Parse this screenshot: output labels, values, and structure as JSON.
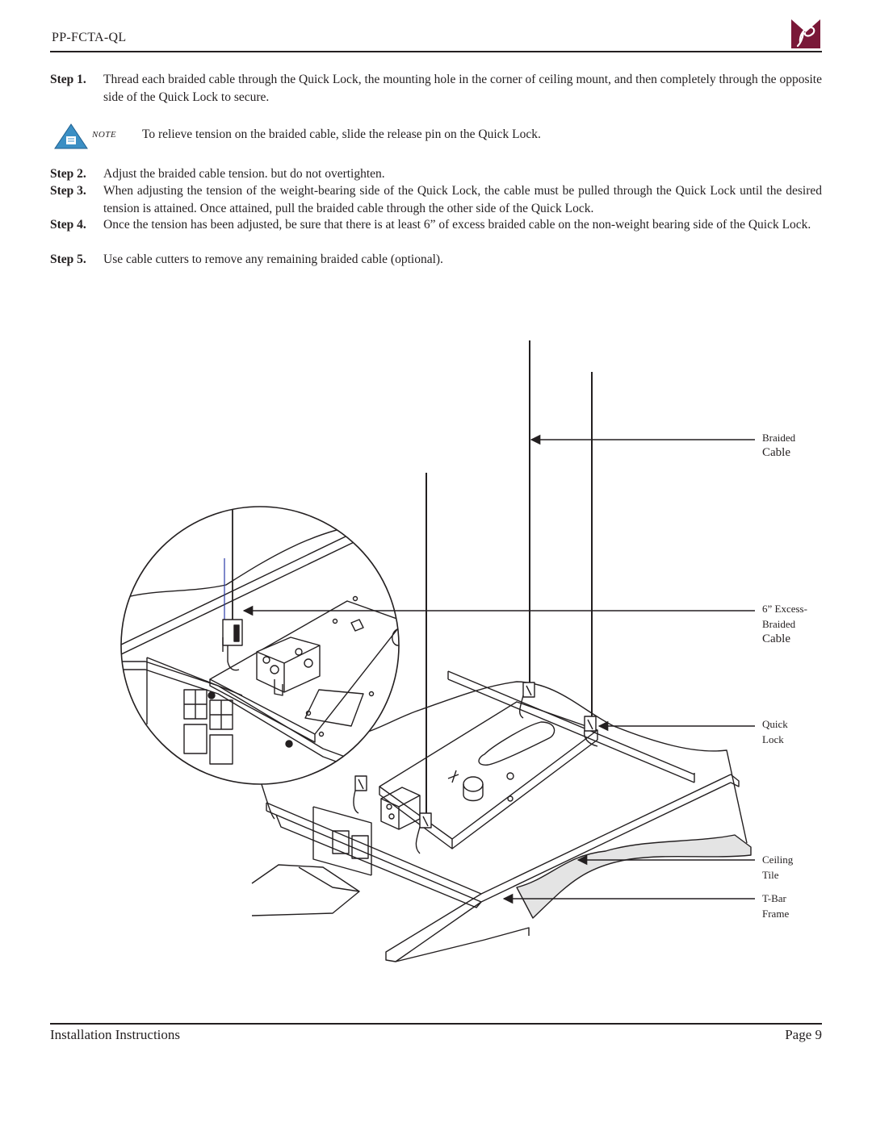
{
  "header": {
    "doc_id": "PP-FCTA-QL"
  },
  "steps": [
    {
      "label": "Step 1.",
      "text": "Thread each braided cable through the Quick Lock, the mounting hole in the corner of ceiling mount, and then completely through the opposite side of the Quick Lock to secure."
    },
    {
      "label": "Step 2.",
      "text": "Adjust the braided cable tension. but do not overtighten."
    },
    {
      "label": "Step 3.",
      "text": "When adjusting the tension of the weight-bearing side of the Quick Lock, the cable must be pulled through the Quick Lock until the desired tension is attained. Once attained, pull the braided cable through the other side of the Quick Lock."
    },
    {
      "label": "Step 4.",
      "text": "Once the tension has been adjusted, be sure that there is at least 6” of excess braided cable on the non-weight bearing side of the Quick Lock."
    },
    {
      "label": "Step 5.",
      "text": "Use cable cutters to remove any remaining braided cable (optional)."
    }
  ],
  "note": {
    "word": "NOTE",
    "text": "To relieve tension on the braided cable, slide the release pin on the Quick Lock."
  },
  "figure": {
    "callouts": {
      "braided_cable": {
        "line1": "Braided",
        "line2": "Cable"
      },
      "excess_cable": {
        "line1": "6” Excess-",
        "line2": "Braided",
        "line3": "Cable"
      },
      "quick_lock": {
        "line1": "Quick",
        "line2": "Lock"
      },
      "ceiling_tile": {
        "line1": "Ceiling",
        "line2": "Tile"
      },
      "tbar_frame": {
        "line1": "T-Bar",
        "line2": "Frame"
      }
    }
  },
  "footer": {
    "left": "Installation Instructions",
    "right": "Page 9"
  },
  "colors": {
    "logo": "#7a1838",
    "note_icon": "#3b8fc4",
    "ink": "#231f20"
  },
  "icons": {
    "logo": "planar-logo",
    "note": "note-triangle-icon"
  }
}
